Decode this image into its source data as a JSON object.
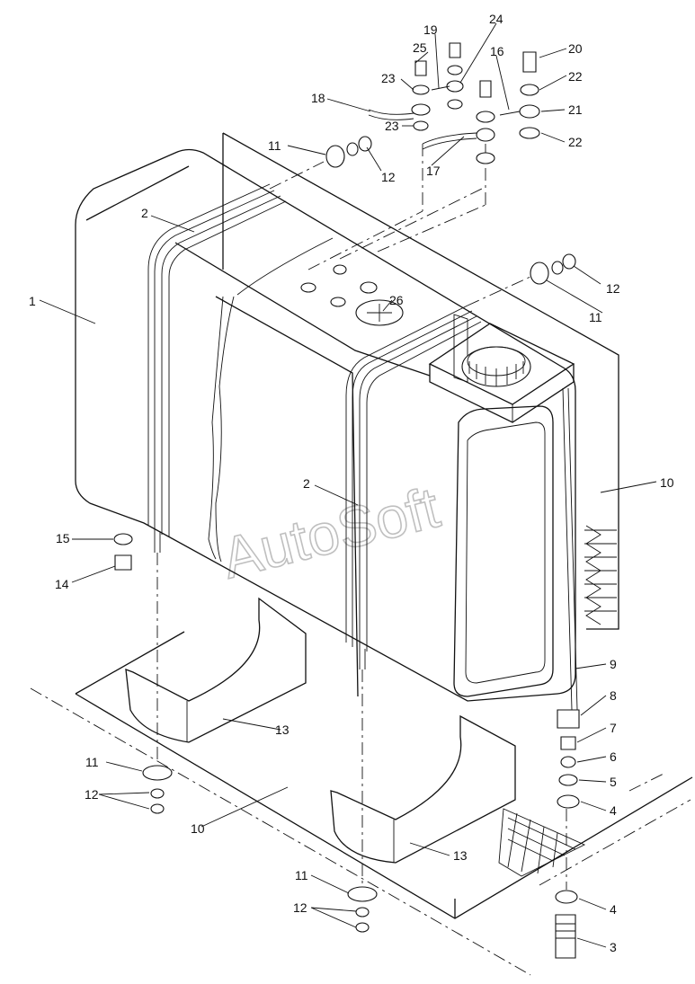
{
  "watermark": "AutoSoft",
  "callouts": [
    {
      "id": "c25",
      "text": "25"
    },
    {
      "id": "c19",
      "text": "19"
    },
    {
      "id": "c24",
      "text": "24"
    },
    {
      "id": "c16",
      "text": "16"
    },
    {
      "id": "c20",
      "text": "20"
    },
    {
      "id": "c23a",
      "text": "23"
    },
    {
      "id": "c22a",
      "text": "22"
    },
    {
      "id": "c18",
      "text": "18"
    },
    {
      "id": "c21",
      "text": "21"
    },
    {
      "id": "c23b",
      "text": "23"
    },
    {
      "id": "c22b",
      "text": "22"
    },
    {
      "id": "c11a",
      "text": "11"
    },
    {
      "id": "c12a",
      "text": "12"
    },
    {
      "id": "c17",
      "text": "17"
    },
    {
      "id": "c2a",
      "text": "2"
    },
    {
      "id": "c12b",
      "text": "12"
    },
    {
      "id": "c11b",
      "text": "11"
    },
    {
      "id": "c1",
      "text": "1"
    },
    {
      "id": "c26",
      "text": "26"
    },
    {
      "id": "c2b",
      "text": "2"
    },
    {
      "id": "c10a",
      "text": "10"
    },
    {
      "id": "c15",
      "text": "15"
    },
    {
      "id": "c14",
      "text": "14"
    },
    {
      "id": "c9",
      "text": "9"
    },
    {
      "id": "c8",
      "text": "8"
    },
    {
      "id": "c13a",
      "text": "13"
    },
    {
      "id": "c7",
      "text": "7"
    },
    {
      "id": "c6",
      "text": "6"
    },
    {
      "id": "c11c",
      "text": "11"
    },
    {
      "id": "c5",
      "text": "5"
    },
    {
      "id": "c12c",
      "text": "12"
    },
    {
      "id": "c4a",
      "text": "4"
    },
    {
      "id": "c10b",
      "text": "10"
    },
    {
      "id": "c13b",
      "text": "13"
    },
    {
      "id": "c11d",
      "text": "11"
    },
    {
      "id": "c4b",
      "text": "4"
    },
    {
      "id": "c12d",
      "text": "12"
    },
    {
      "id": "c3",
      "text": "3"
    }
  ]
}
